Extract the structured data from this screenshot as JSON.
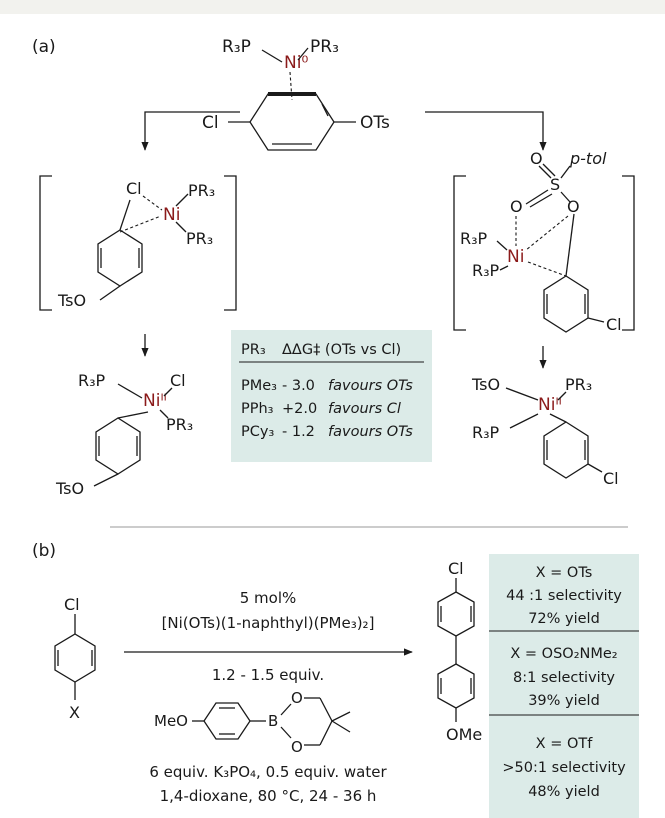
{
  "panel_a": {
    "label": "(a)",
    "reactant": {
      "r3p": "R₃P",
      "ni": "Ni⁰",
      "pr3": "PR₃",
      "cl": "Cl",
      "ots": "OTs"
    },
    "ts_left": {
      "cl": "Cl",
      "ni": "Ni",
      "pr3_top": "PR₃",
      "pr3_bottom": "PR₃",
      "tso": "TsO"
    },
    "ts_right": {
      "o_top": "O",
      "s": "S",
      "ptol": "p-tol",
      "o_left": "O",
      "o_right": "O",
      "r3p_top": "R₃P",
      "ni": "Ni",
      "r3p_bottom": "R₃P",
      "cl": "Cl"
    },
    "prod_left": {
      "r3p": "R₃P",
      "ni": "Niᴵᴵ",
      "cl": "Cl",
      "pr3": "PR₃",
      "tso": "TsO"
    },
    "prod_right": {
      "tso": "TsO",
      "ni": "Niᴵᴵ",
      "pr3": "PR₃",
      "r3p": "R₃P",
      "cl": "Cl"
    },
    "table": {
      "header_col1": "PR₃",
      "header_col2": "ΔΔG‡ (OTs vs Cl)",
      "rows": [
        {
          "ligand": "PMe₃",
          "value": "- 3.0",
          "note": "favours OTs"
        },
        {
          "ligand": "PPh₃",
          "value": "+2.0",
          "note": "favours Cl"
        },
        {
          "ligand": "PCy₃",
          "value": "- 1.2",
          "note": "favours OTs"
        }
      ]
    }
  },
  "panel_b": {
    "label": "(b)",
    "substrate": {
      "cl": "Cl",
      "x": "X"
    },
    "conditions": {
      "catalyst_loading": "5 mol%",
      "catalyst": "[Ni(OTs)(1-naphthyl)(PMe₃)₂]",
      "reagent_equiv": "1.2 - 1.5 equiv.",
      "boronate_meo": "MeO",
      "boronate_b": "B",
      "boronate_o_top": "O",
      "boronate_o_bottom": "O",
      "base": "6 equiv. K₃PO₄, 0.5 equiv. water",
      "solvent": "1,4-dioxane, 80 °C, 24 - 36 h"
    },
    "product": {
      "cl": "Cl",
      "ome": "OMe"
    },
    "results": [
      {
        "x": "X = OTs",
        "selectivity": "44 :1 selectivity",
        "yield": "72% yield"
      },
      {
        "x": "X = OSO₂NMe₂",
        "selectivity": "8:1 selectivity",
        "yield": "39% yield"
      },
      {
        "x": "X = OTf",
        "selectivity": ">50:1 selectivity",
        "yield": "48% yield"
      }
    ]
  }
}
